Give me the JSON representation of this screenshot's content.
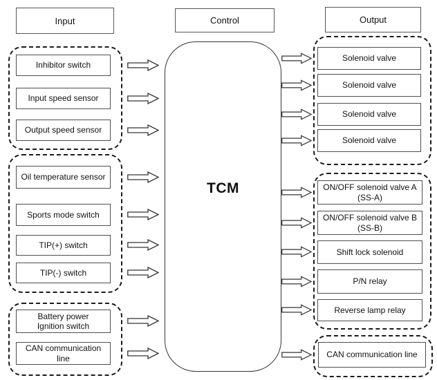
{
  "headers": {
    "input": "Input",
    "control": "Control",
    "output": "Output"
  },
  "control": {
    "label": "TCM"
  },
  "input_groups": [
    {
      "items": [
        "Inhibitor switch",
        "Input speed sensor",
        "Output speed sensor"
      ]
    },
    {
      "items": [
        "Oil temperature sensor",
        "Sports mode switch",
        "TIP(+) switch",
        "TIP(-) switch"
      ]
    },
    {
      "items": [
        "Battery power\nIgnition switch",
        "CAN communication\nline"
      ]
    }
  ],
  "output_groups": [
    {
      "items": [
        "Solenoid valve",
        "Solenoid valve",
        "Solenoid valve",
        "Solenoid valve"
      ]
    },
    {
      "items": [
        "ON/OFF solenoid valve A (SS-A)",
        "ON/OFF solenoid valve B (SS-B)",
        "Shift lock solenoid",
        "P/N relay",
        "Reverse lamp relay"
      ]
    },
    {
      "items": [
        "CAN communication line"
      ]
    }
  ],
  "icons": {
    "flow_arrow": "block-arrow-right"
  },
  "colors": {
    "background": "#ffffff",
    "line": "#333333",
    "dashed_border": "#1a1a1a",
    "text": "#111111"
  }
}
